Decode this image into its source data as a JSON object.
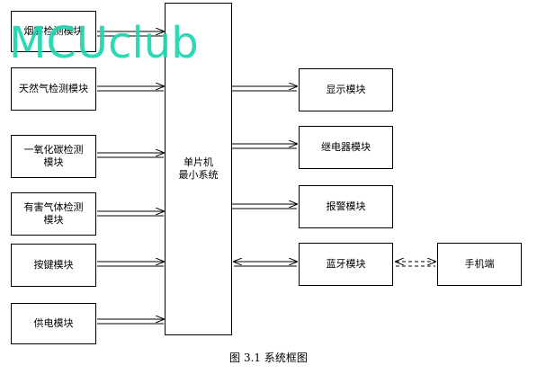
{
  "watermark": "MCUclub",
  "mcu": {
    "line1": "单片机",
    "line2": "最小系统"
  },
  "inputs": [
    {
      "id": "smoke",
      "lines": [
        "烟雾检测模块"
      ]
    },
    {
      "id": "gas",
      "lines": [
        "天然气检测模块"
      ]
    },
    {
      "id": "co",
      "lines": [
        "一氧化碳检测",
        "模块"
      ]
    },
    {
      "id": "harmful",
      "lines": [
        "有害气体检测",
        "模块"
      ]
    },
    {
      "id": "key",
      "lines": [
        "按键模块"
      ]
    },
    {
      "id": "power",
      "lines": [
        "供电模块"
      ]
    }
  ],
  "outputs": [
    {
      "id": "display",
      "label": "显示模块"
    },
    {
      "id": "relay",
      "label": "继电器模块"
    },
    {
      "id": "alarm",
      "label": "报警模块"
    },
    {
      "id": "bluetooth",
      "label": "蓝牙模块"
    }
  ],
  "phone": "手机端",
  "caption": "图 3.1  系统框图"
}
